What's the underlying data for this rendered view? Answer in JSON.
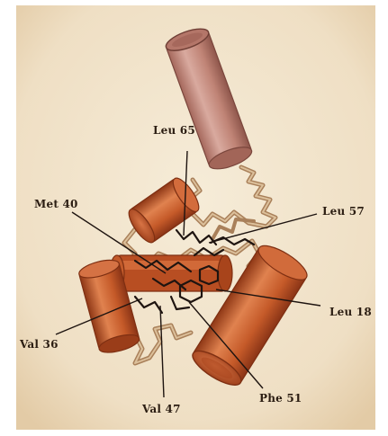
{
  "colors": {
    "paper": "#f1e4cd",
    "paper_edge": "#e6d3b4",
    "helix_pink": "#c88e82",
    "helix_pink_dark": "#93594e",
    "helix_orange": "#c45a2a",
    "helix_orange_dark": "#8a3416",
    "helix_orange_light": "#de8050",
    "side_chain": "#1e1410",
    "backbone": "#a9805a",
    "backbone_light": "#d3b48d",
    "label_text": "#2b1d12"
  },
  "labels": {
    "leu65": "Leu 65",
    "met40": "Met 40",
    "leu57": "Leu 57",
    "leu18": "Leu 18",
    "val36": "Val 36",
    "val47": "Val 47",
    "phe51": "Phe 51"
  }
}
